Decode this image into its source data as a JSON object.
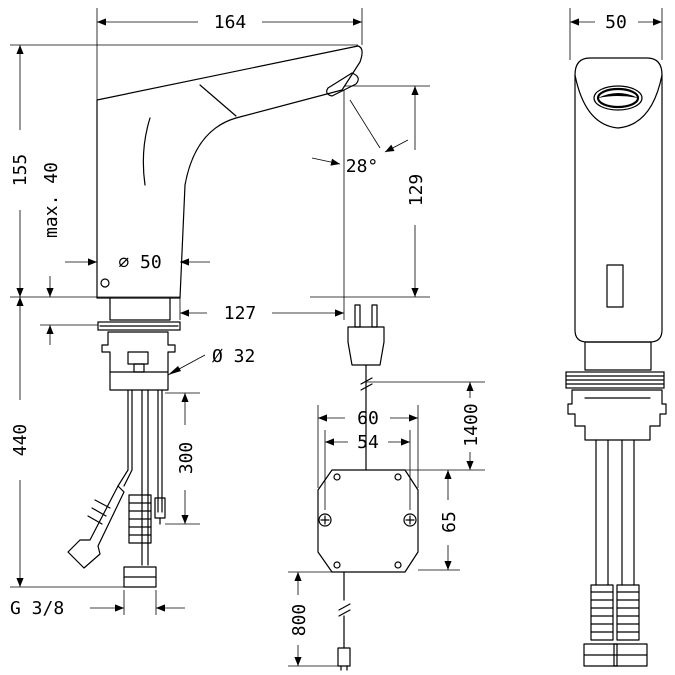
{
  "dimensions": {
    "spout_length": "164",
    "body_width": "50",
    "spout_height": "155",
    "max_thickness": "max. 40",
    "base_diameter": "∅ 50",
    "spout_angle": "28°",
    "outlet_height": "129",
    "spout_reach": "127",
    "shank_diameter": "Ø 32",
    "cable_length_sensor": "300",
    "hose_length": "440",
    "connection_thread": "G 3/8",
    "box_width_outer": "60",
    "box_width_inner": "54",
    "power_cable_length": "1400",
    "box_height": "65",
    "box_cable_length": "800"
  }
}
